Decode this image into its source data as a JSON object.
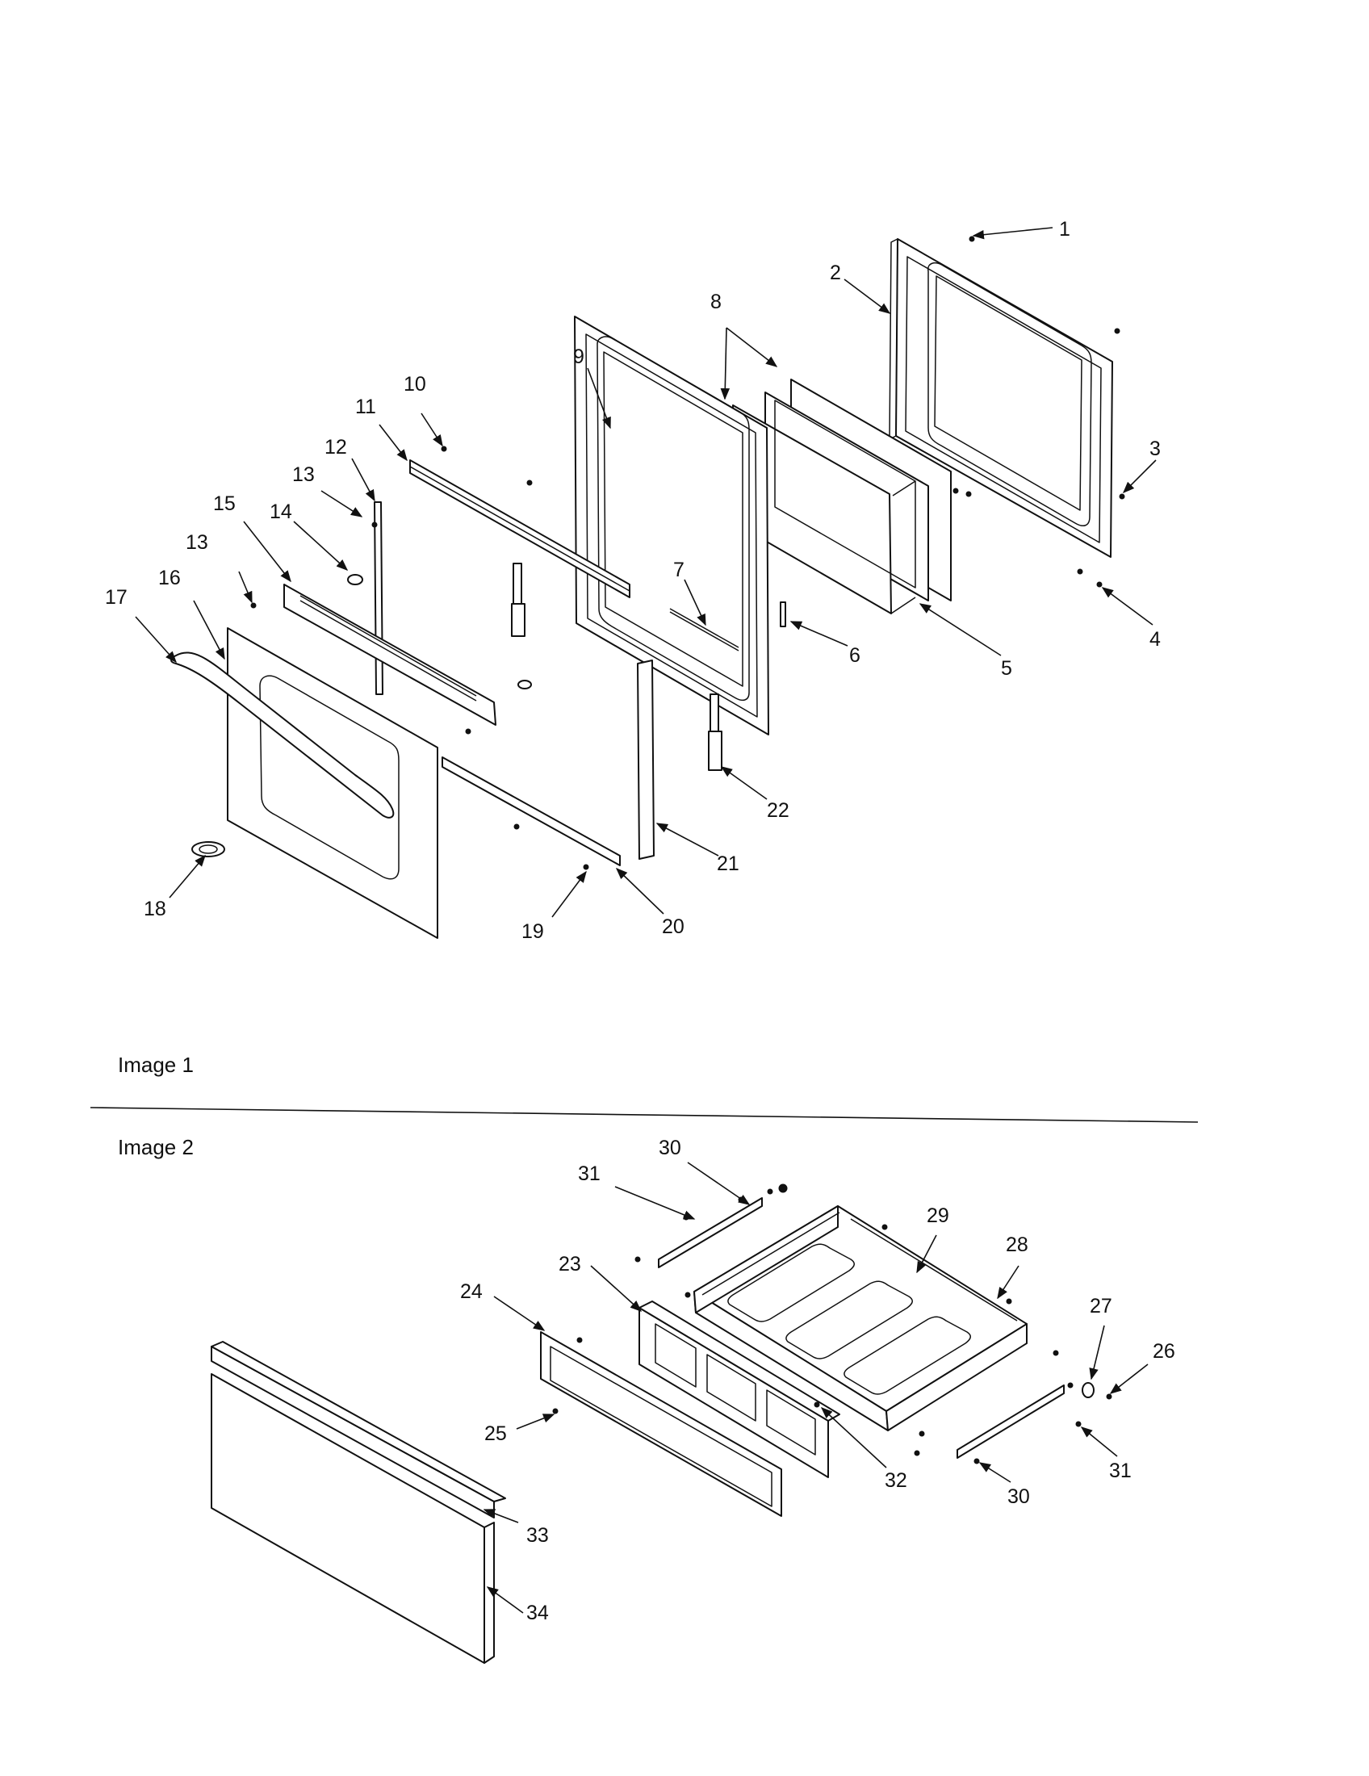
{
  "sections": {
    "image1_label": "Image 1",
    "image2_label": "Image 2"
  },
  "callouts": {
    "c1": "1",
    "c2": "2",
    "c3": "3",
    "c4": "4",
    "c5": "5",
    "c6": "6",
    "c7": "7",
    "c8": "8",
    "c9": "9",
    "c10": "10",
    "c11": "11",
    "c12": "12",
    "c13a": "13",
    "c13b": "13",
    "c14": "14",
    "c15": "15",
    "c16": "16",
    "c17": "17",
    "c18": "18",
    "c19": "19",
    "c20": "20",
    "c21": "21",
    "c22": "22",
    "c23": "23",
    "c24": "24",
    "c25": "25",
    "c26": "26",
    "c27": "27",
    "c28": "28",
    "c29": "29",
    "c30a": "30",
    "c30b": "30",
    "c31a": "31",
    "c31b": "31",
    "c32": "32",
    "c33": "33",
    "c34": "34"
  },
  "colors": {
    "ink": "#111111",
    "paper": "#ffffff"
  }
}
